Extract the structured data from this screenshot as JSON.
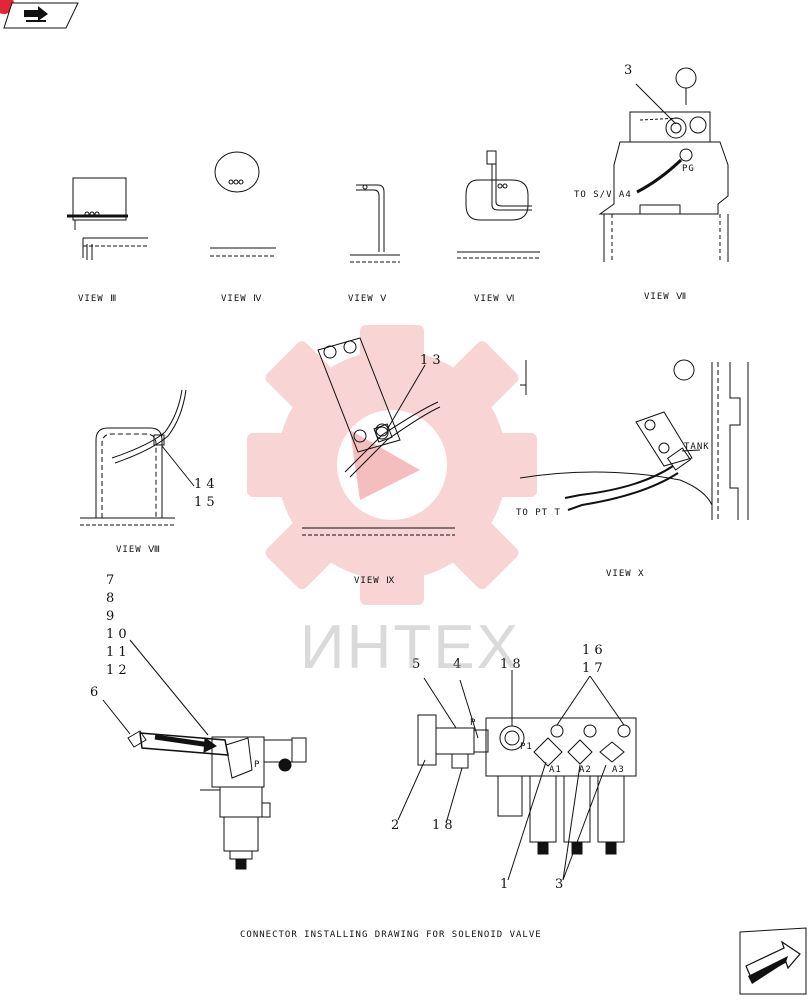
{
  "views": {
    "v3": "VIEW Ⅲ",
    "v4": "VIEW Ⅳ",
    "v5": "VIEW Ⅴ",
    "v6": "VIEW Ⅵ",
    "v7": "VIEW Ⅶ",
    "v8": "VIEW Ⅷ",
    "v9": "VIEW Ⅸ",
    "v10": "VIEW X"
  },
  "callouts": {
    "c3_top": "3",
    "to_sv_a4": "TO S/V A4",
    "pg": "PG",
    "c13": "1 3",
    "c14_15": "1 4\n1 5",
    "tank": "TANK",
    "to_pt_t": "TO PT T",
    "c7_12": "7\n8\n9\n1 0\n1 1\n1 2",
    "c6": "6",
    "p_left": "P",
    "c5": "5",
    "c4": "4",
    "c18_top": "1 8",
    "c16_17": "1 6\n1 7",
    "p_right": "P",
    "p1": "P1",
    "a1": "A1",
    "a2": "A2",
    "a3": "A3",
    "c2": "2",
    "c18_bottom": "1 8",
    "c1": "1",
    "c3_bottom": "3"
  },
  "caption": "CONNECTOR INSTALLING DRAWING FOR SOLENOID VALVE",
  "watermark": "ИНТЕХ",
  "icons": {
    "top_nav": "back-arrow-icon",
    "bottom_nav": "forward-arrow-icon",
    "badge": "red-dot-badge-icon"
  },
  "colors": {
    "line": "#111111",
    "watermark_gear": "#f6c6c6",
    "badge": "#e0263a"
  }
}
